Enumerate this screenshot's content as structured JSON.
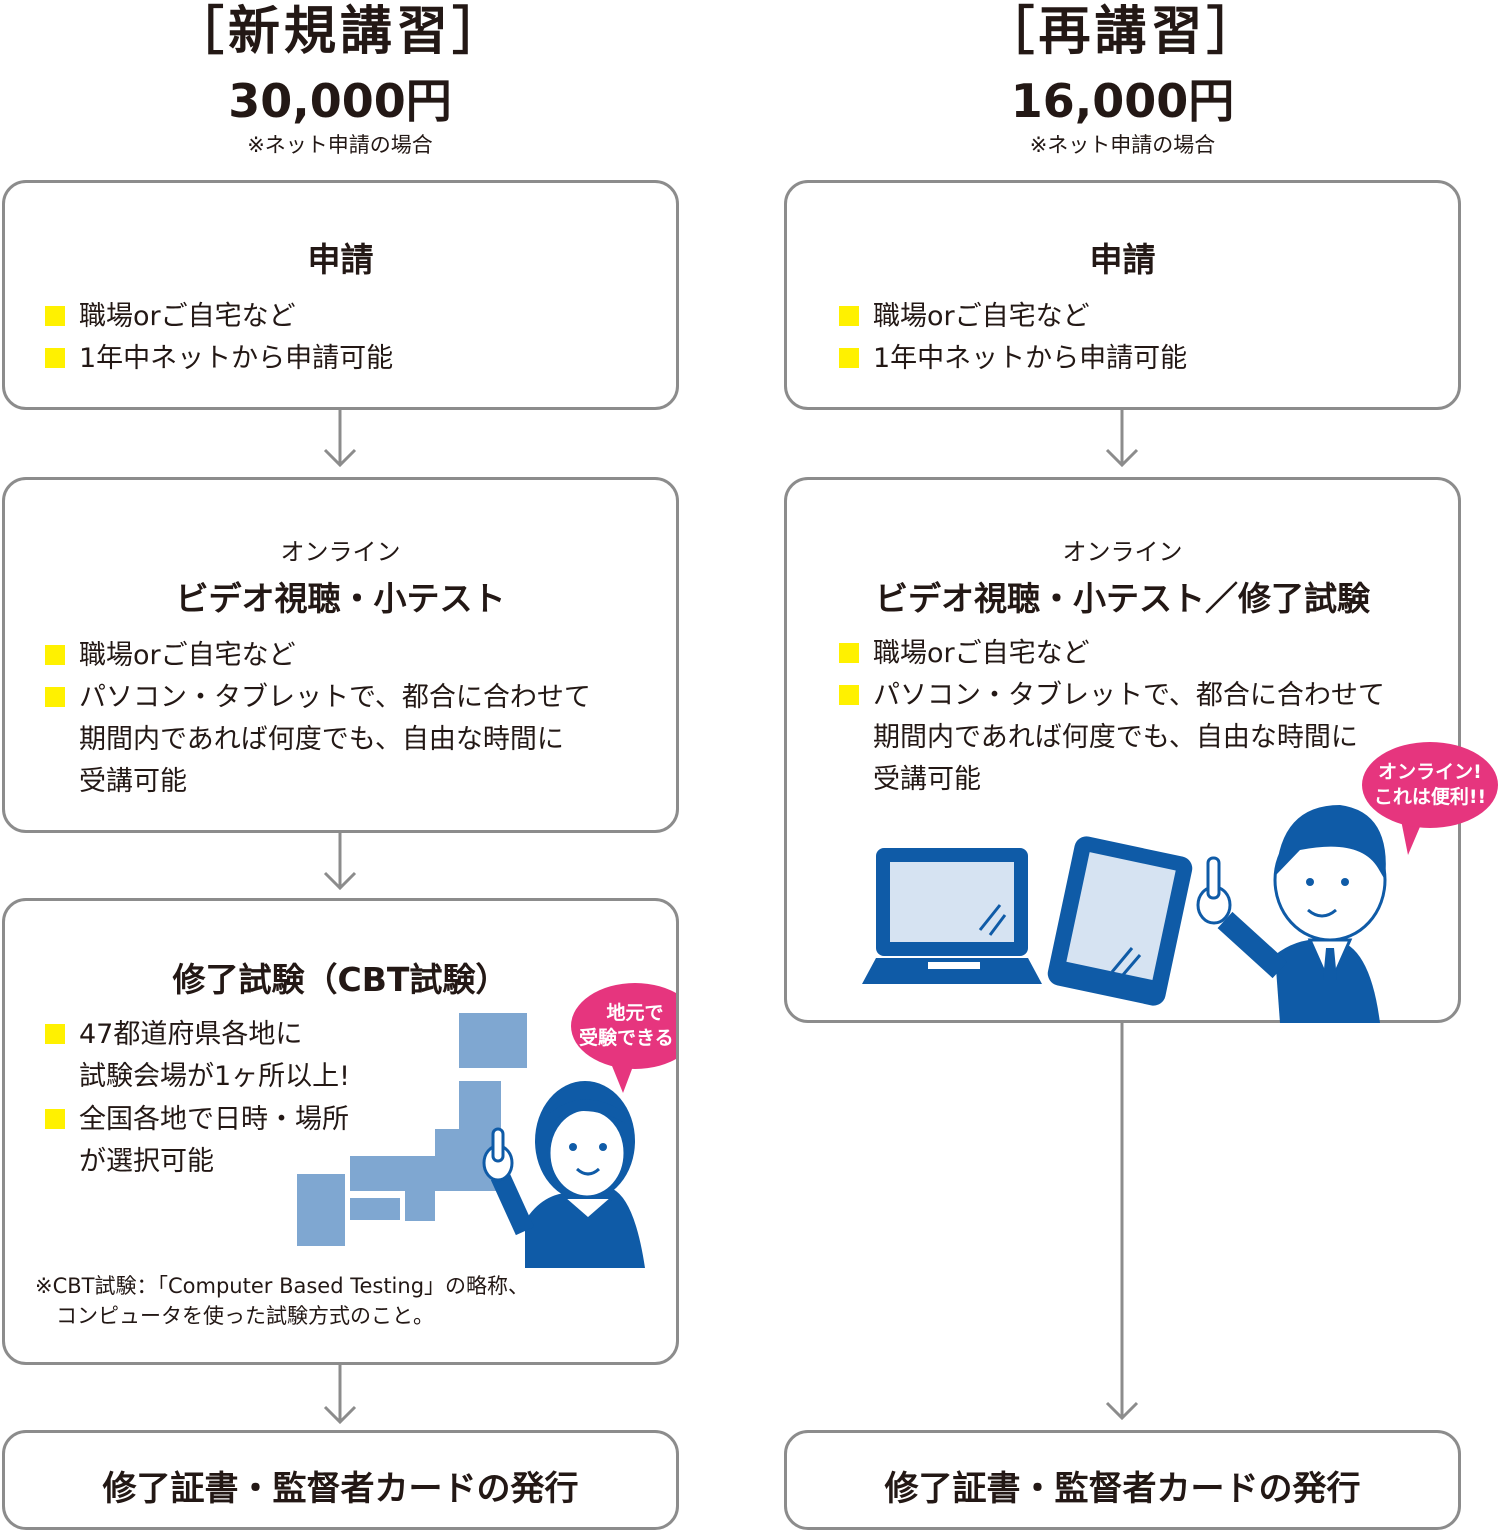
{
  "left": {
    "title": "［新規講習］",
    "price": "30,000円",
    "price_note": "※ネット申請の場合",
    "step1": {
      "title": "申請",
      "bullets": [
        "職場orご自宅など",
        "1年中ネットから申請可能"
      ]
    },
    "step2": {
      "subtitle": "オンライン",
      "title": "ビデオ視聴・小テスト",
      "bullets": [
        "職場orご自宅など",
        "パソコン・タブレットで、都合に合わせて\n期間内であれば何度でも、自由な時間に\n受講可能"
      ]
    },
    "step3": {
      "title": "修了試験（CBT試験）",
      "bullets": [
        "47都道府県各地に\n試験会場が1ヶ所以上!",
        "全国各地で日時・場所\nが選択可能"
      ],
      "bubble": "地元で\n受験できる!!",
      "footnote": "※CBT試験：「Computer Based Testing」の略称、\n　コンピュータを使った試験方式のこと。"
    },
    "final": "修了証書・監督者カードの発行"
  },
  "right": {
    "title": "［再講習］",
    "price": "16,000円",
    "price_note": "※ネット申請の場合",
    "step1": {
      "title": "申請",
      "bullets": [
        "職場orご自宅など",
        "1年中ネットから申請可能"
      ]
    },
    "step2": {
      "subtitle": "オンライン",
      "title": "ビデオ視聴・小テスト／修了試験",
      "bullets": [
        "職場orご自宅など",
        "パソコン・タブレットで、都合に合わせて\n期間内であれば何度でも、自由な時間に\n受講可能"
      ],
      "bubble": "オンライン!\nこれは便利!!"
    },
    "final": "修了証書・監督者カードの発行"
  },
  "colors": {
    "bullet": "#fff100",
    "border": "#8c8c8c",
    "bubble": "#e6357e",
    "illustration_blue": "#0f5ba7",
    "map_blue": "#7fa7d1"
  }
}
